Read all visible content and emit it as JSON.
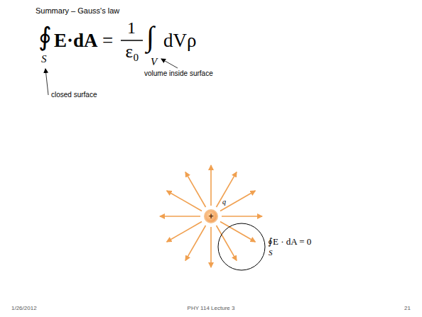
{
  "diagram": {
    "title": "Summary – Gauss's law",
    "nodes": [
      {
        "text": [
          "+"
        ]
      }
    ],
    "labels": [
      "∮",
      "E·dA",
      "S",
      "=",
      "1",
      "ε₀",
      "∫",
      "V",
      "dVρ",
      "closed surface",
      "volume inside surface",
      "q",
      "∮E · dA = 0",
      "S",
      "1/26/2012",
      "PHY 114 Lecture 3",
      "21"
    ]
  }
}
